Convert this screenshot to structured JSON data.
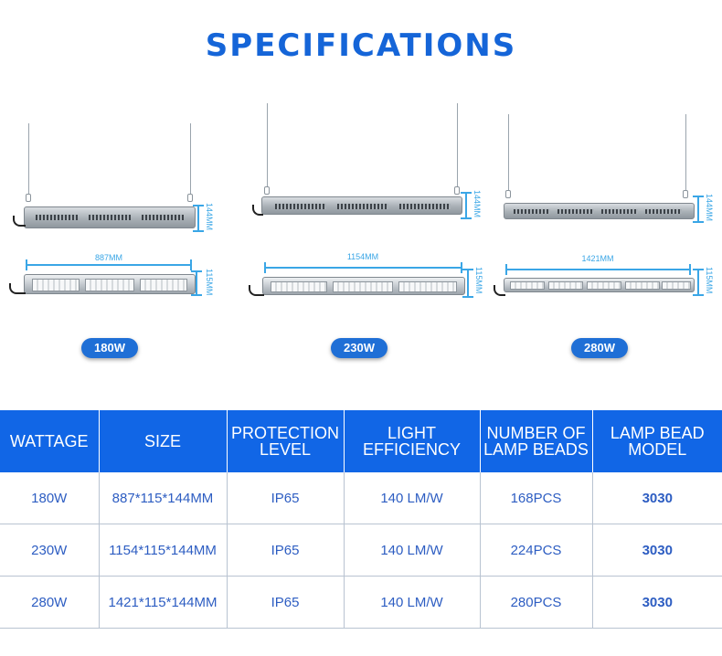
{
  "title": "SPECIFICATIONS",
  "products": [
    {
      "wattage": "180W",
      "length_label": "887MM",
      "width_label": "115MM",
      "height_label": "144MM"
    },
    {
      "wattage": "230W",
      "length_label": "1154MM",
      "width_label": "115MM",
      "height_label": "144MM"
    },
    {
      "wattage": "280W",
      "length_label": "1421MM",
      "width_label": "115MM",
      "height_label": "144MM"
    }
  ],
  "table": {
    "headers": [
      "WATTAGE",
      "SIZE",
      "PROTECTION LEVEL",
      "LIGHT EFFICIENCY",
      "NUMBER OF LAMP BEADS",
      "LAMP BEAD MODEL"
    ],
    "rows": [
      [
        "180W",
        "887*115*144MM",
        "IP65",
        "140 LM/W",
        "168PCS",
        "3030"
      ],
      [
        "230W",
        "1154*115*144MM",
        "IP65",
        "140 LM/W",
        "224PCS",
        "3030"
      ],
      [
        "280W",
        "1421*115*144MM",
        "IP65",
        "140 LM/W",
        "280PCS",
        "3030"
      ]
    ]
  },
  "colors": {
    "accent": "#1565d8",
    "header_bg": "#1166e6",
    "dimension": "#3aa6e6",
    "cell_text": "#2d5dc2"
  }
}
